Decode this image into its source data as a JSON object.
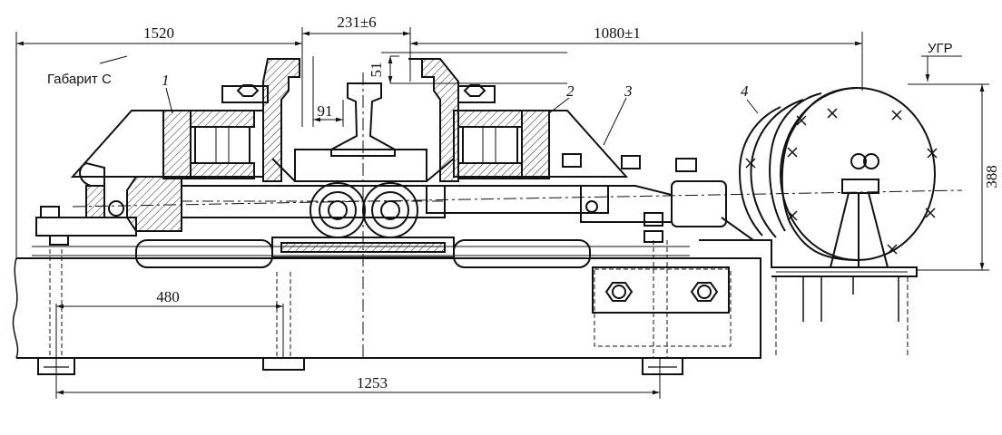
{
  "dimensions": {
    "overall_left": "1520",
    "rail_gap": "231±6",
    "overall_right": "1080±1",
    "flange_gap": "91",
    "rail_height": "51",
    "height": "388",
    "base_span": "480",
    "frame_span": "1253"
  },
  "labels": {
    "gabarit": "Габарит С",
    "ugr": "УГР"
  },
  "callouts": {
    "c1": "1",
    "c2": "2",
    "c3": "3",
    "c4": "4"
  }
}
